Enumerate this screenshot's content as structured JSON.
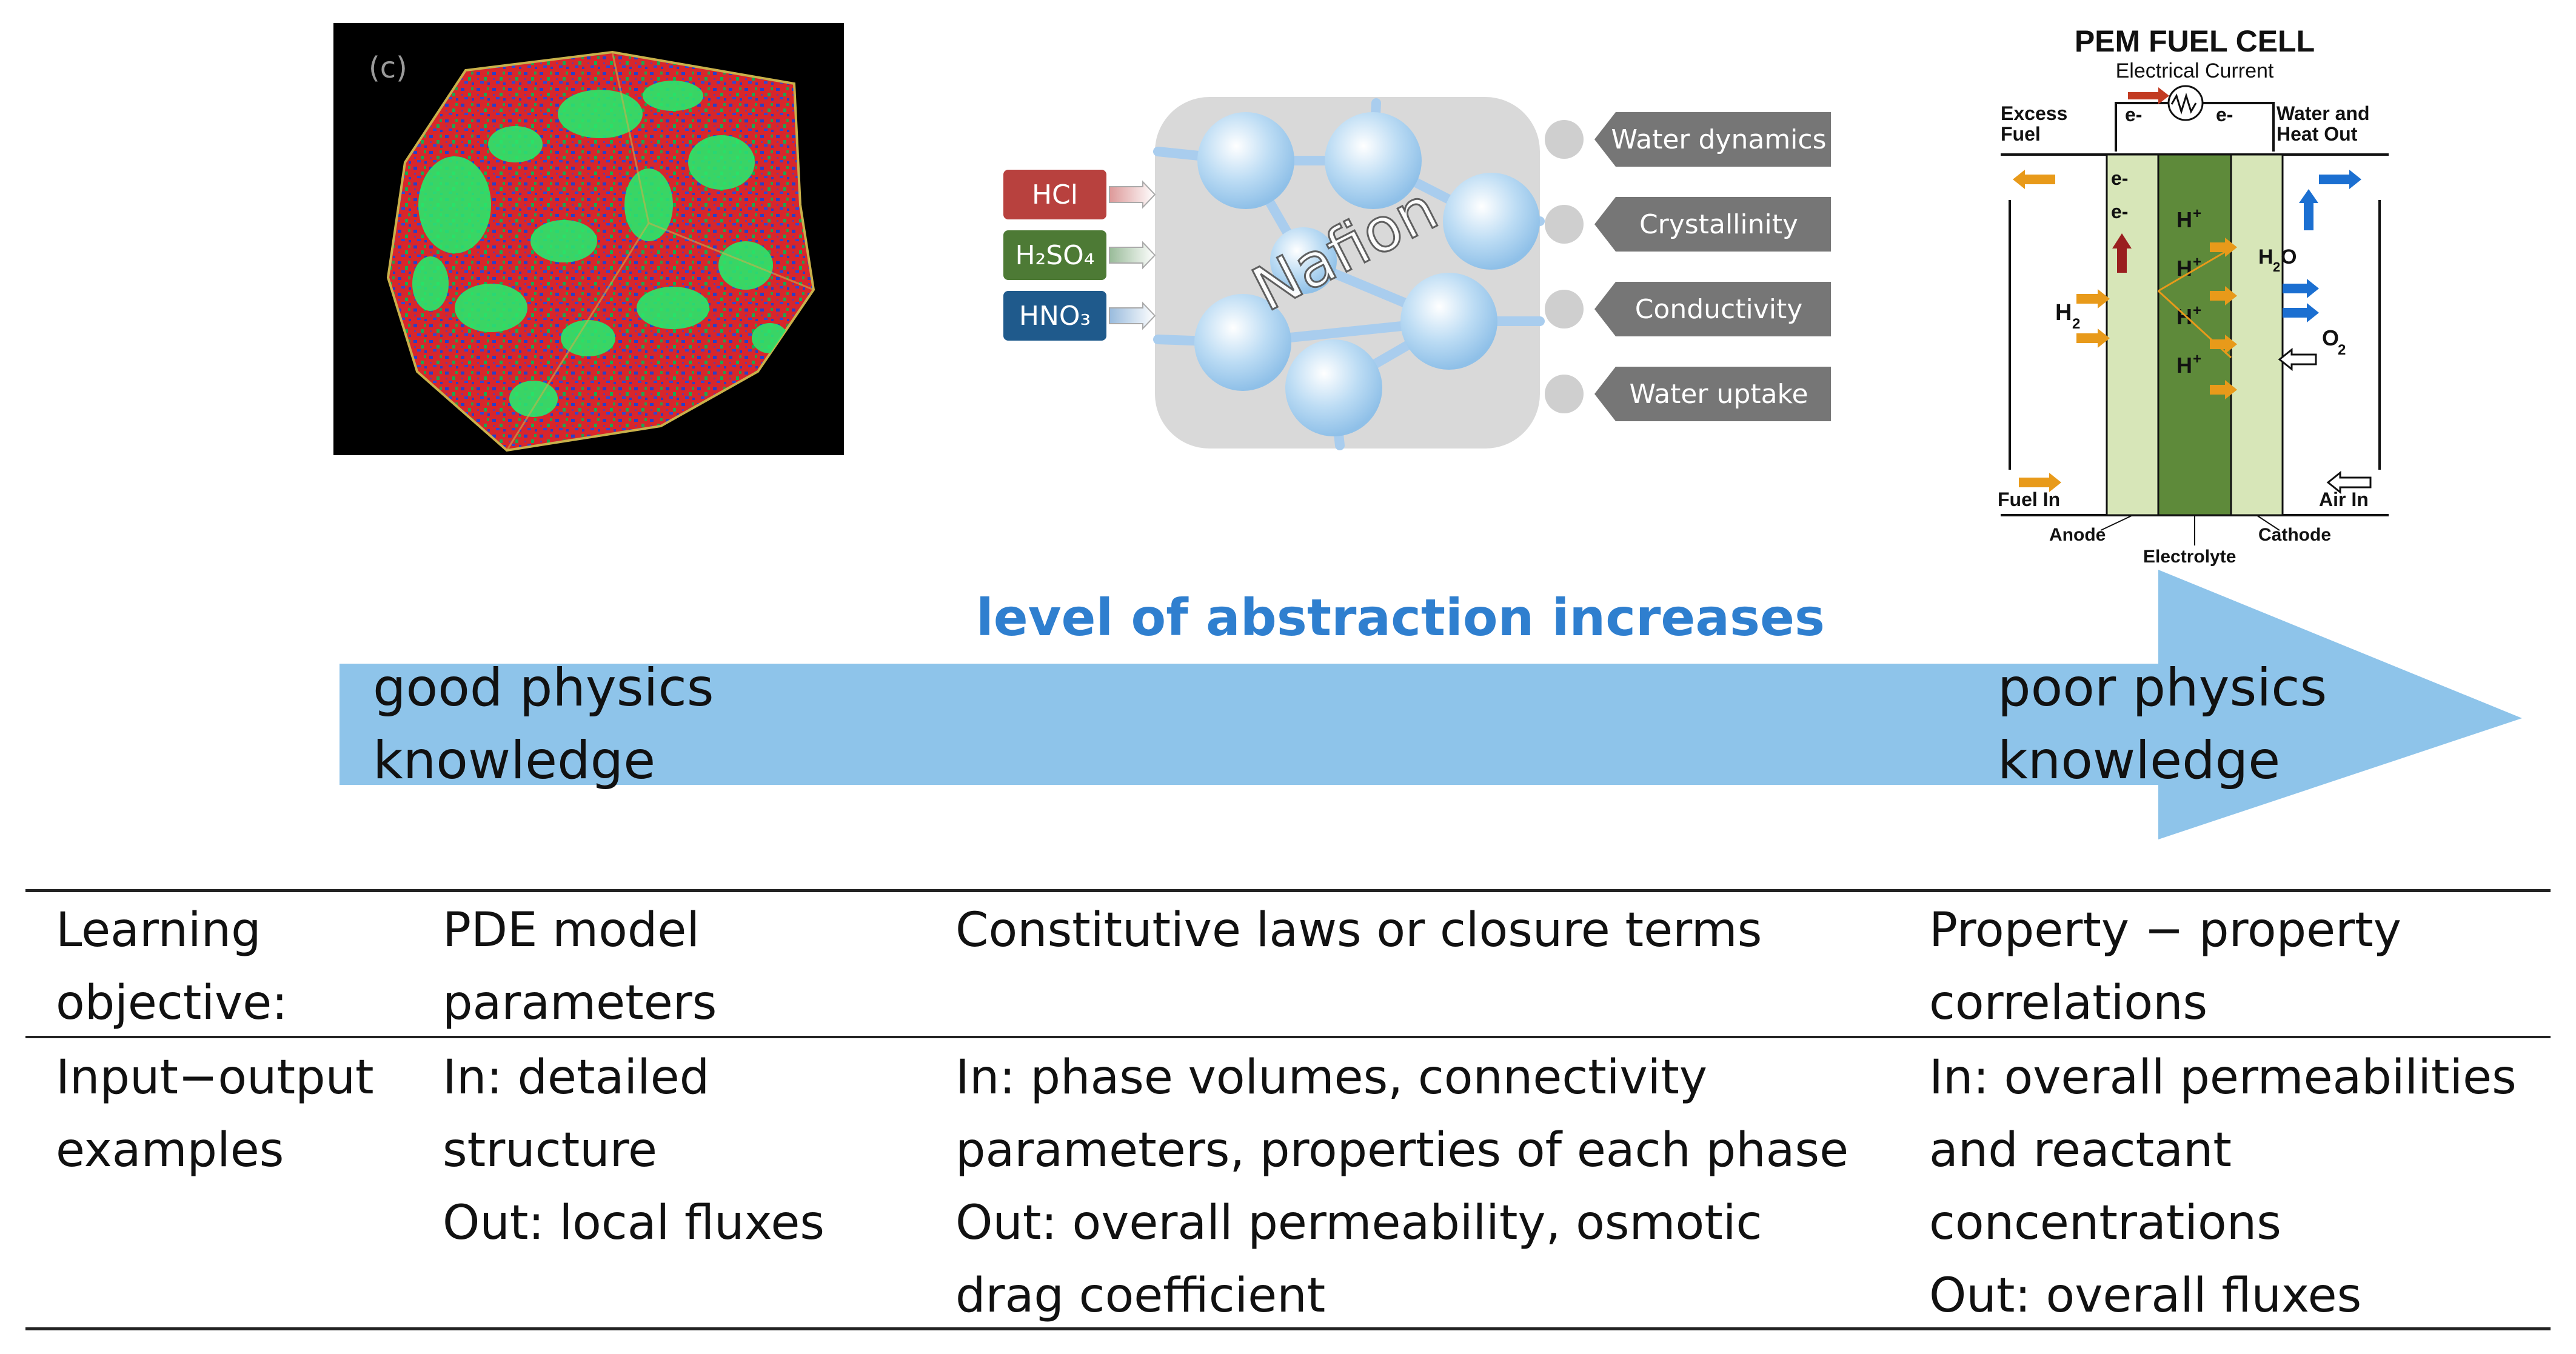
{
  "figure": {
    "microstructure_panel": {
      "label": "(c)"
    },
    "nafion_panel": {
      "center_label": "Nafion",
      "inputs": [
        {
          "label": "HCl",
          "color": "#b8413e"
        },
        {
          "label": "H₂SO₄",
          "color": "#4d7a35"
        },
        {
          "label": "HNO₃",
          "color": "#1f5a8c"
        }
      ],
      "outputs": [
        "Water dynamics",
        "Crystallinity",
        "Conductivity",
        "Water uptake"
      ]
    },
    "fuel_cell_panel": {
      "title": "PEM FUEL CELL",
      "current_label": "Electrical Current",
      "excess_fuel": [
        "Excess",
        "Fuel"
      ],
      "water_heat_out": [
        "Water and",
        "Heat Out"
      ],
      "fuel_in": "Fuel In",
      "air_in": "Air In",
      "anode": "Anode",
      "electrolyte": "Electrolyte",
      "cathode": "Cathode",
      "electron": "e-",
      "hydrogen": "H",
      "hydrogen_sub": "2",
      "oxygen": "O",
      "oxygen_sub": "2",
      "water": "H",
      "water_sub": "2",
      "water_tail": "O",
      "proton": "H",
      "proton_sup": "+"
    },
    "arrow": {
      "title": "level of abstraction increases",
      "left_text": [
        "good physics",
        "knowledge"
      ],
      "right_text": [
        "poor physics",
        "knowledge"
      ],
      "color": "#8ec4ea",
      "title_color": "#2f7fcf"
    }
  },
  "table": {
    "row_labels": [
      [
        "Learning",
        "objective:"
      ],
      [
        "Input−output",
        "examples"
      ]
    ],
    "columns": [
      {
        "objective": [
          "PDE model",
          "parameters"
        ],
        "examples": [
          "In: detailed",
          "structure",
          "Out: local fluxes"
        ]
      },
      {
        "objective": [
          "Constitutive laws or closure terms"
        ],
        "examples": [
          "In: phase volumes, connectivity",
          "parameters, properties of each phase",
          "Out: overall permeability, osmotic",
          "drag coefficient"
        ]
      },
      {
        "objective": [
          "Property − property",
          "correlations"
        ],
        "examples": [
          "In: overall permeabilities",
          "and reactant",
          "concentrations",
          "Out: overall fluxes"
        ]
      }
    ]
  }
}
